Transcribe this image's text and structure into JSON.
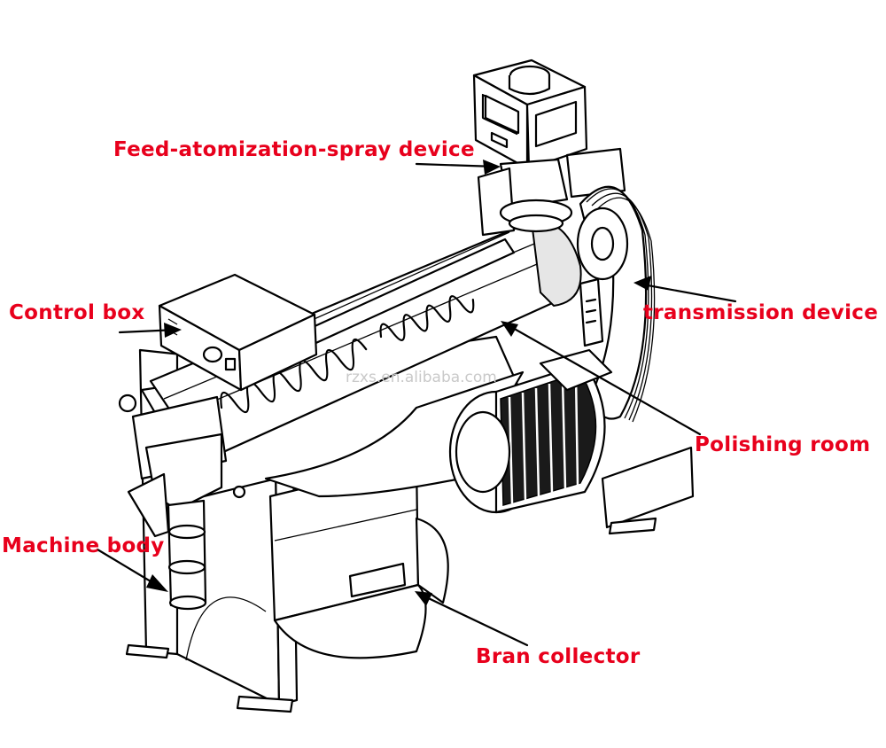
{
  "labels": {
    "feed": "Feed-atomization-spray device",
    "control": "Control box",
    "transmission": "transmission device",
    "polishing": "Polishing room",
    "body": "Machine body",
    "bran": "Bran collector"
  },
  "watermark": "rzxs.en.alibaba.com",
  "colors": {
    "label": "#e8001c",
    "line": "#000000",
    "background": "#ffffff"
  }
}
